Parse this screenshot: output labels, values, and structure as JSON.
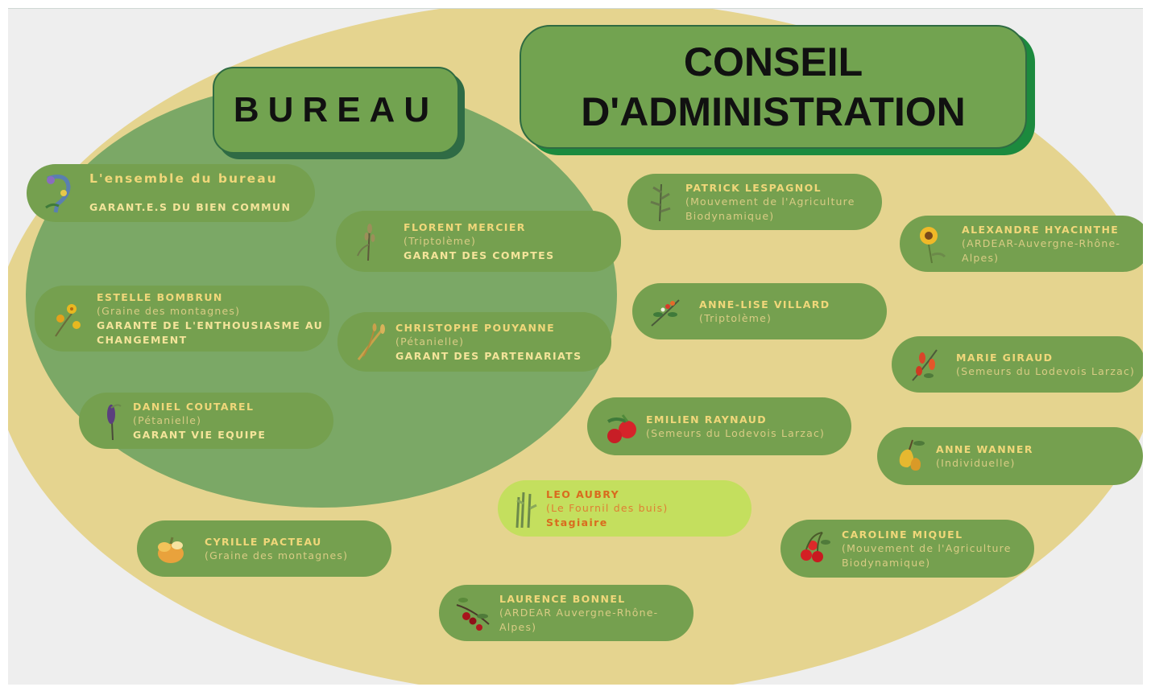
{
  "bureau_title": "BUREAU",
  "ca_title": [
    "CONSEIL",
    "D'ADMINISTRATION"
  ],
  "members": [
    {
      "id": "ensemble",
      "name": "L'ensemble du bureau",
      "org": "",
      "role": "GARANT.E.S DU BIEN COMMUN",
      "icon": "flower-number-icon"
    },
    {
      "id": "florent",
      "name": "FLORENT MERCIER",
      "org": "(Triptolème)",
      "role": "GARANT DES COMPTES",
      "icon": "wheat-icon"
    },
    {
      "id": "estelle",
      "name": "ESTELLE BOMBRUN",
      "org": "(Graine des montagnes)",
      "role": "GARANTE DE L'ENTHOUSIASME AU CHANGEMENT",
      "icon": "yellow-flower-icon"
    },
    {
      "id": "christophe",
      "name": "CHRISTOPHE POUYANNE",
      "org": "(Pétanielle)",
      "role": "GARANT DES PARTENARIATS",
      "icon": "grain-stalk-icon"
    },
    {
      "id": "daniel",
      "name": "DANIEL COUTAREL",
      "org": "(Pétanielle)",
      "role": "GARANT VIE EQUIPE",
      "icon": "purple-bean-icon"
    },
    {
      "id": "cyrille",
      "name": "CYRILLE PACTEAU",
      "org": "(Graine des montagnes)",
      "role": "",
      "icon": "squash-icon"
    },
    {
      "id": "patrick",
      "name": "PATRICK LESPAGNOL",
      "org": "(Mouvement de l'Agriculture Biodynamique)",
      "role": "",
      "icon": "herb-icon"
    },
    {
      "id": "alexandre",
      "name": "ALEXANDRE HYACINTHE",
      "org": "(ARDEAR-Auvergne-Rhône-Alpes)",
      "role": "",
      "icon": "sunflower-icon"
    },
    {
      "id": "annelise",
      "name": "ANNE-LISE VILLARD",
      "org": "(Triptolème)",
      "role": "",
      "icon": "berry-branch-icon"
    },
    {
      "id": "marie",
      "name": "MARIE GIRAUD",
      "org": "(Semeurs du Lodevois Larzac)",
      "role": "",
      "icon": "red-pepper-icon"
    },
    {
      "id": "emilien",
      "name": "EMILIEN RAYNAUD",
      "org": "(Semeurs du Lodevois Larzac)",
      "role": "",
      "icon": "tomato-icon"
    },
    {
      "id": "anne",
      "name": "ANNE WANNER",
      "org": "(Individuelle)",
      "role": "",
      "icon": "pear-icon"
    },
    {
      "id": "leo",
      "name": "LEO AUBRY",
      "org": "(Le Fournil des buis)",
      "role": "Stagiaire",
      "icon": "green-stalk-icon"
    },
    {
      "id": "caroline",
      "name": "CAROLINE MIQUEL",
      "org": "(Mouvement de l'Agriculture Biodynamique)",
      "role": "",
      "icon": "cherry-icon"
    },
    {
      "id": "laurence",
      "name": "LAURENCE BONNEL",
      "org": "(ARDEAR Auvergne-Rhône-Alpes)",
      "role": "",
      "icon": "rosehip-icon"
    }
  ],
  "colors": {
    "background_oval": "#e5d48f",
    "bureau_oval": "#7ba866",
    "card": "#75a04f",
    "intern_card": "#c4df5e",
    "name_text": "#f0d77a",
    "intern_text": "#d96b1e"
  }
}
